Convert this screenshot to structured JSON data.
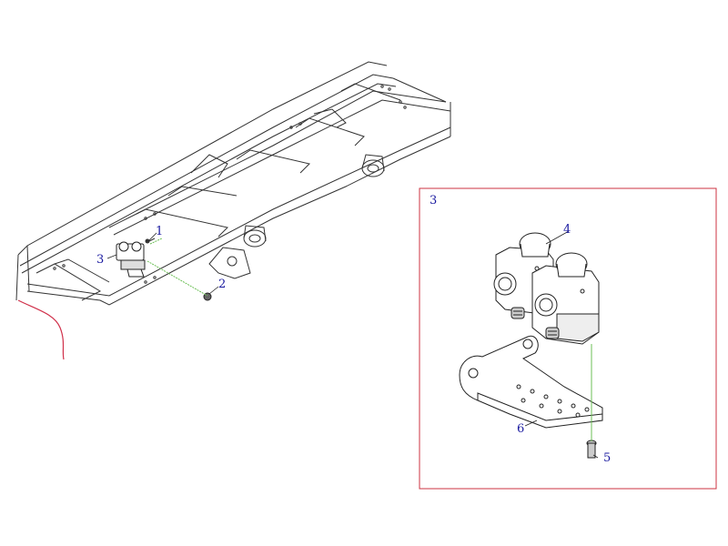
{
  "labels": {
    "main_1": "1",
    "main_2": "2",
    "main_3": "3",
    "detail_3": "3",
    "detail_4": "4",
    "detail_5": "5",
    "detail_6": "6"
  },
  "colors": {
    "line": "#222222",
    "label_blue": "#1a1aa0",
    "detail_frame": "#cc3340",
    "leader_green": "#6bbf55",
    "cut_line": "#d0304a"
  }
}
